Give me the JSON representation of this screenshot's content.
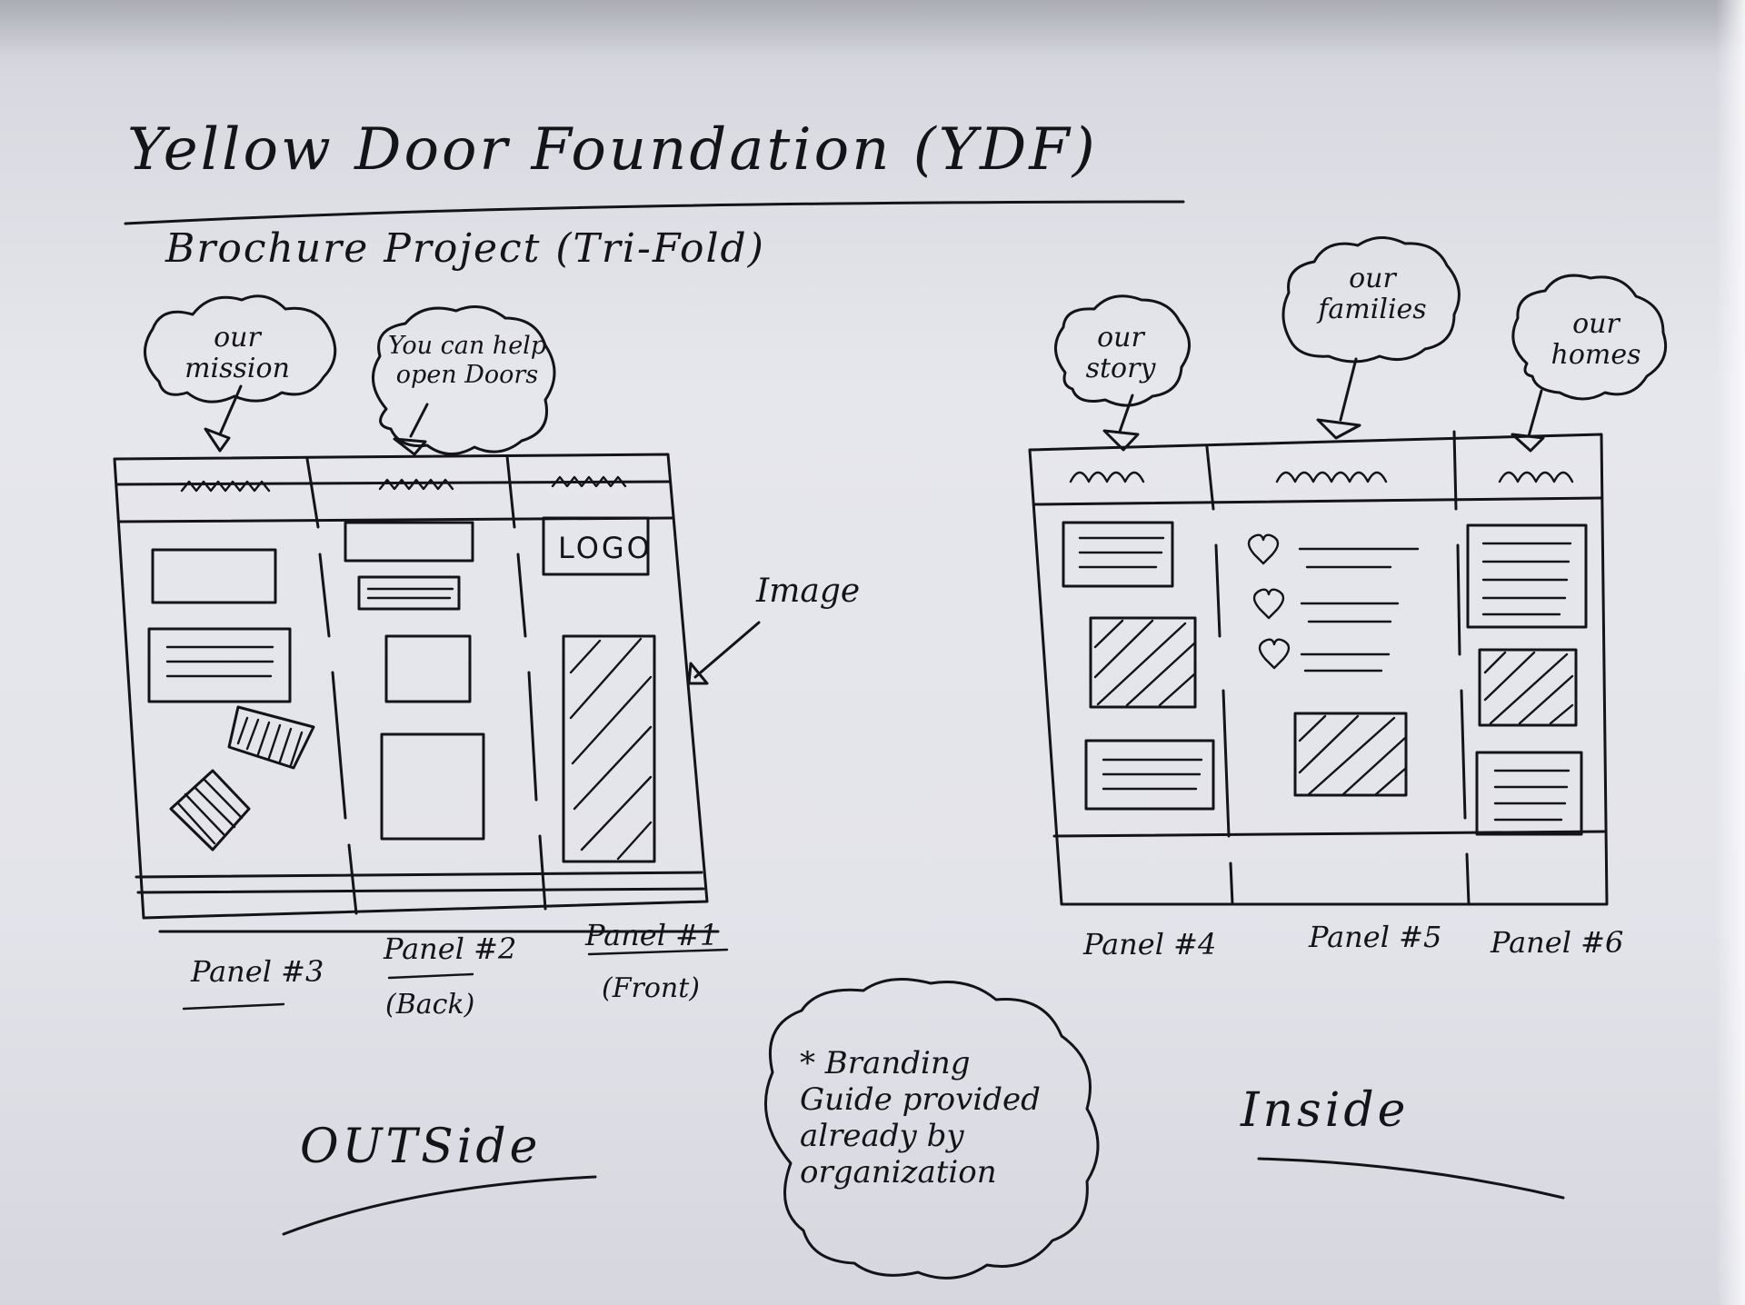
{
  "title": "Yellow Door Foundation (YDF)",
  "subtitle": "Brochure Project (Tri-Fold)",
  "outside": {
    "clouds": [
      "our mission",
      "You can help open Doors"
    ],
    "logo_label": "LOGO",
    "image_label": "Image",
    "panels": [
      {
        "label": "Panel #3",
        "sub": ""
      },
      {
        "label": "Panel #2",
        "sub": "(Back)"
      },
      {
        "label": "Panel #1",
        "sub": "(Front)"
      }
    ],
    "section_label": "OUTSide"
  },
  "inside": {
    "clouds": [
      "our story",
      "our families",
      "our homes"
    ],
    "panels": [
      {
        "label": "Panel #4"
      },
      {
        "label": "Panel #5"
      },
      {
        "label": "Panel #6"
      }
    ],
    "section_label": "Inside"
  },
  "note": "* Branding Guide provided already by organization"
}
